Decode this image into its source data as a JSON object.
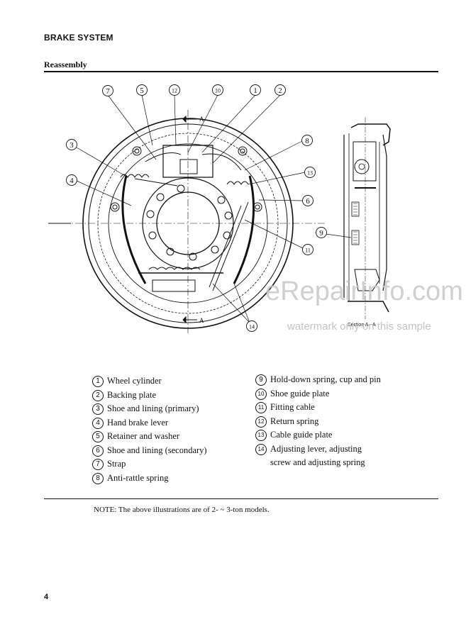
{
  "header": {
    "section": "BRAKE SYSTEM",
    "subsection": "Reassembly"
  },
  "figure": {
    "callouts": [
      "7",
      "5",
      "12",
      "10",
      "1",
      "2",
      "3",
      "4",
      "8",
      "13",
      "6",
      "9",
      "11",
      "14"
    ],
    "section_marks": [
      "A",
      "A"
    ],
    "section_label": "Section A - A"
  },
  "legend_left": [
    {
      "num": "1",
      "text": "Wheel cylinder"
    },
    {
      "num": "2",
      "text": "Backing plate"
    },
    {
      "num": "3",
      "text": "Shoe and lining (primary)"
    },
    {
      "num": "4",
      "text": "Hand brake lever"
    },
    {
      "num": "5",
      "text": "Retainer and washer"
    },
    {
      "num": "6",
      "text": "Shoe and lining (secondary)"
    },
    {
      "num": "7",
      "text": "Strap"
    },
    {
      "num": "8",
      "text": "Anti-rattle spring"
    }
  ],
  "legend_right": [
    {
      "num": "9",
      "text": "Hold-down spring, cup and pin"
    },
    {
      "num": "10",
      "text": "Shoe guide plate"
    },
    {
      "num": "11",
      "text": "Fitting cable"
    },
    {
      "num": "12",
      "text": "Return spring"
    },
    {
      "num": "13",
      "text": "Cable guide plate"
    },
    {
      "num": "14",
      "text": "Adjusting lever, adjusting screw and adjusting spring"
    }
  ],
  "note": "NOTE:  The above illustrations are of 2- ~ 3-ton models.",
  "page_number": "4",
  "watermark": {
    "main": "eRepairInfo.com",
    "sub": "watermark only on this sample"
  }
}
